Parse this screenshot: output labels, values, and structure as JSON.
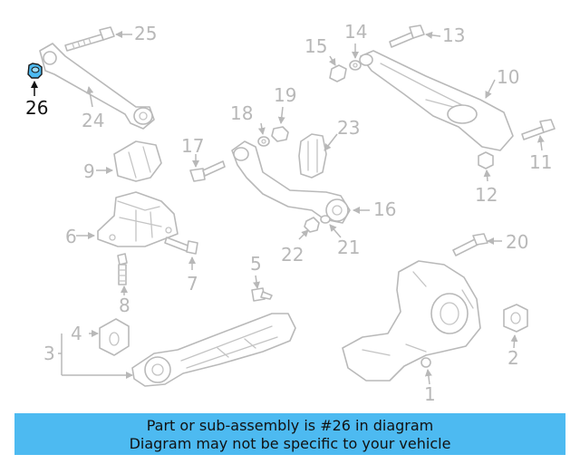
{
  "callouts": {
    "c1": "1",
    "c2": "2",
    "c3": "3",
    "c4": "4",
    "c5": "5",
    "c6": "6",
    "c7": "7",
    "c8": "8",
    "c9": "9",
    "c10": "10",
    "c11": "11",
    "c12": "12",
    "c13": "13",
    "c14": "14",
    "c15": "15",
    "c16": "16",
    "c17": "17",
    "c18": "18",
    "c19": "19",
    "c20": "20",
    "c21": "21",
    "c22": "22",
    "c23": "23",
    "c24": "24",
    "c25": "25",
    "c26": "26"
  },
  "highlight": {
    "part_number": "26",
    "color": "#4dbaf1"
  },
  "banner": {
    "line1": "Part or sub-assembly is #26 in diagram",
    "line2": "Diagram may not be specific to your vehicle",
    "background": "#4dbaf1"
  }
}
